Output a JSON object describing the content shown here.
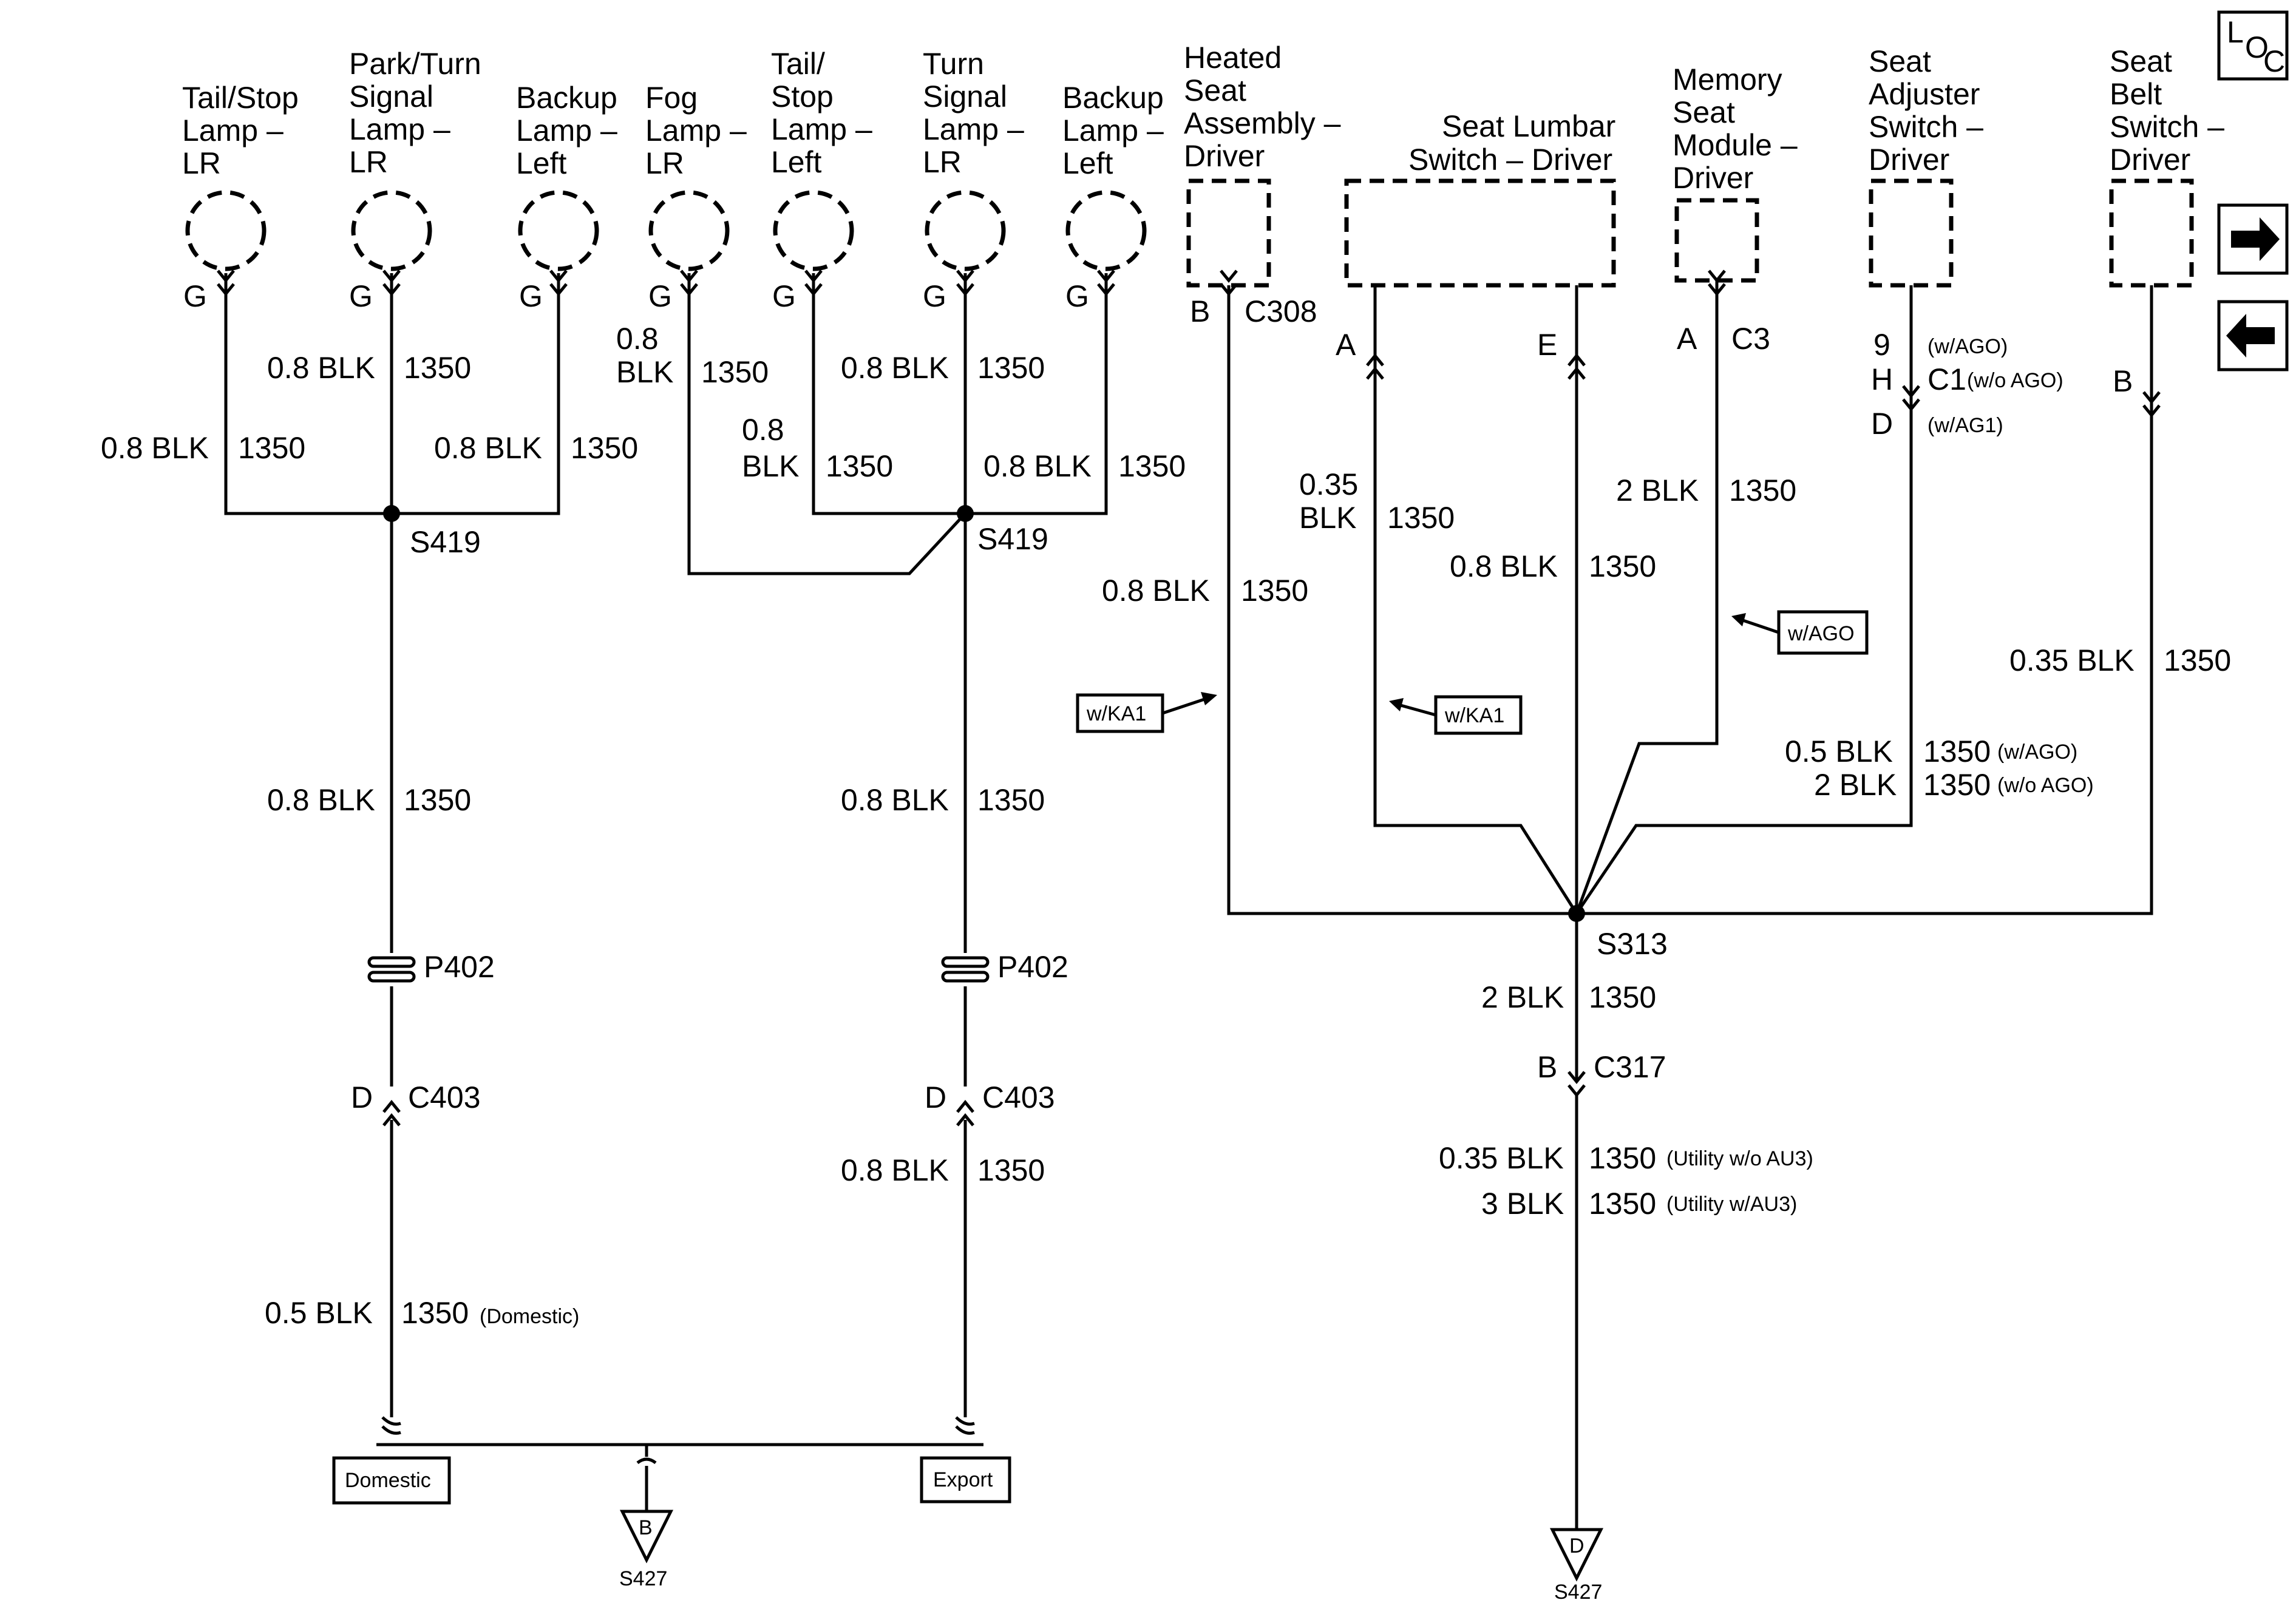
{
  "components": {
    "tail_stop_lamp_lr": [
      "Tail/Stop",
      "Lamp –",
      "LR"
    ],
    "park_turn_signal_lamp_lr": [
      "Park/Turn",
      "Signal",
      "Lamp –",
      "LR"
    ],
    "backup_lamp_left_1": [
      "Backup",
      "Lamp –",
      "Left"
    ],
    "fog_lamp_lr": [
      "Fog",
      "Lamp –",
      "LR"
    ],
    "tail_stop_lamp_left": [
      "Tail/",
      "Stop",
      "Lamp –",
      "Left"
    ],
    "turn_signal_lamp_lr": [
      "Turn",
      "Signal",
      "Lamp –",
      "LR"
    ],
    "backup_lamp_left_2": [
      "Backup",
      "Lamp –",
      "Left"
    ],
    "heated_seat_assembly_driver": [
      "Heated",
      "Seat",
      "Assembly –",
      "Driver"
    ],
    "seat_lumbar_switch_driver": [
      "Seat Lumbar",
      "Switch – Driver"
    ],
    "memory_seat_module_driver": [
      "Memory",
      "Seat",
      "Module –",
      "Driver"
    ],
    "seat_adjuster_switch_driver": [
      "Seat",
      "Adjuster",
      "Switch –",
      "Driver"
    ],
    "seat_belt_switch_driver": [
      "Seat",
      "Belt",
      "Switch –",
      "Driver"
    ]
  },
  "pins": {
    "g": "G",
    "b": "B",
    "a": "A",
    "e": "E",
    "d": "D",
    "h": "H",
    "nine": "9"
  },
  "connectors": {
    "c308": "C308",
    "c3": "C3",
    "c1": "C1",
    "c403": "C403",
    "c317": "C317"
  },
  "splices": {
    "s419": "S419",
    "s313": "S313",
    "s427": "S427"
  },
  "inline": {
    "p402": "P402"
  },
  "wires": {
    "blk_08": "0.8 BLK",
    "blk_035": "0.35 BLK",
    "blk_05": "0.5 BLK",
    "blk_2": "2 BLK",
    "blk_3": "3 BLK",
    "size_08": "0.8",
    "size_035": "0.35",
    "color_blk": "BLK",
    "circuit": "1350"
  },
  "notes": {
    "domestic": "(Domestic)",
    "w_ago": "(w/AGO)",
    "wo_ago": "(w/o AGO)",
    "w_ag1": "(w/AG1)",
    "utility_wo_au3": "(Utility w/o AU3)",
    "utility_w_au3": "(Utility w/AU3)"
  },
  "options": {
    "w_ka1": "w/KA1",
    "w_ago": "w/AGO",
    "domestic": "Domestic",
    "export": "Export"
  },
  "ground_letters": {
    "b": "B",
    "d": "D"
  },
  "loc_icon": {
    "l": "L",
    "o": "O",
    "c": "C"
  },
  "icons": {
    "next": "arrow-right-icon",
    "prev": "arrow-left-icon",
    "loc": "location-icon"
  }
}
